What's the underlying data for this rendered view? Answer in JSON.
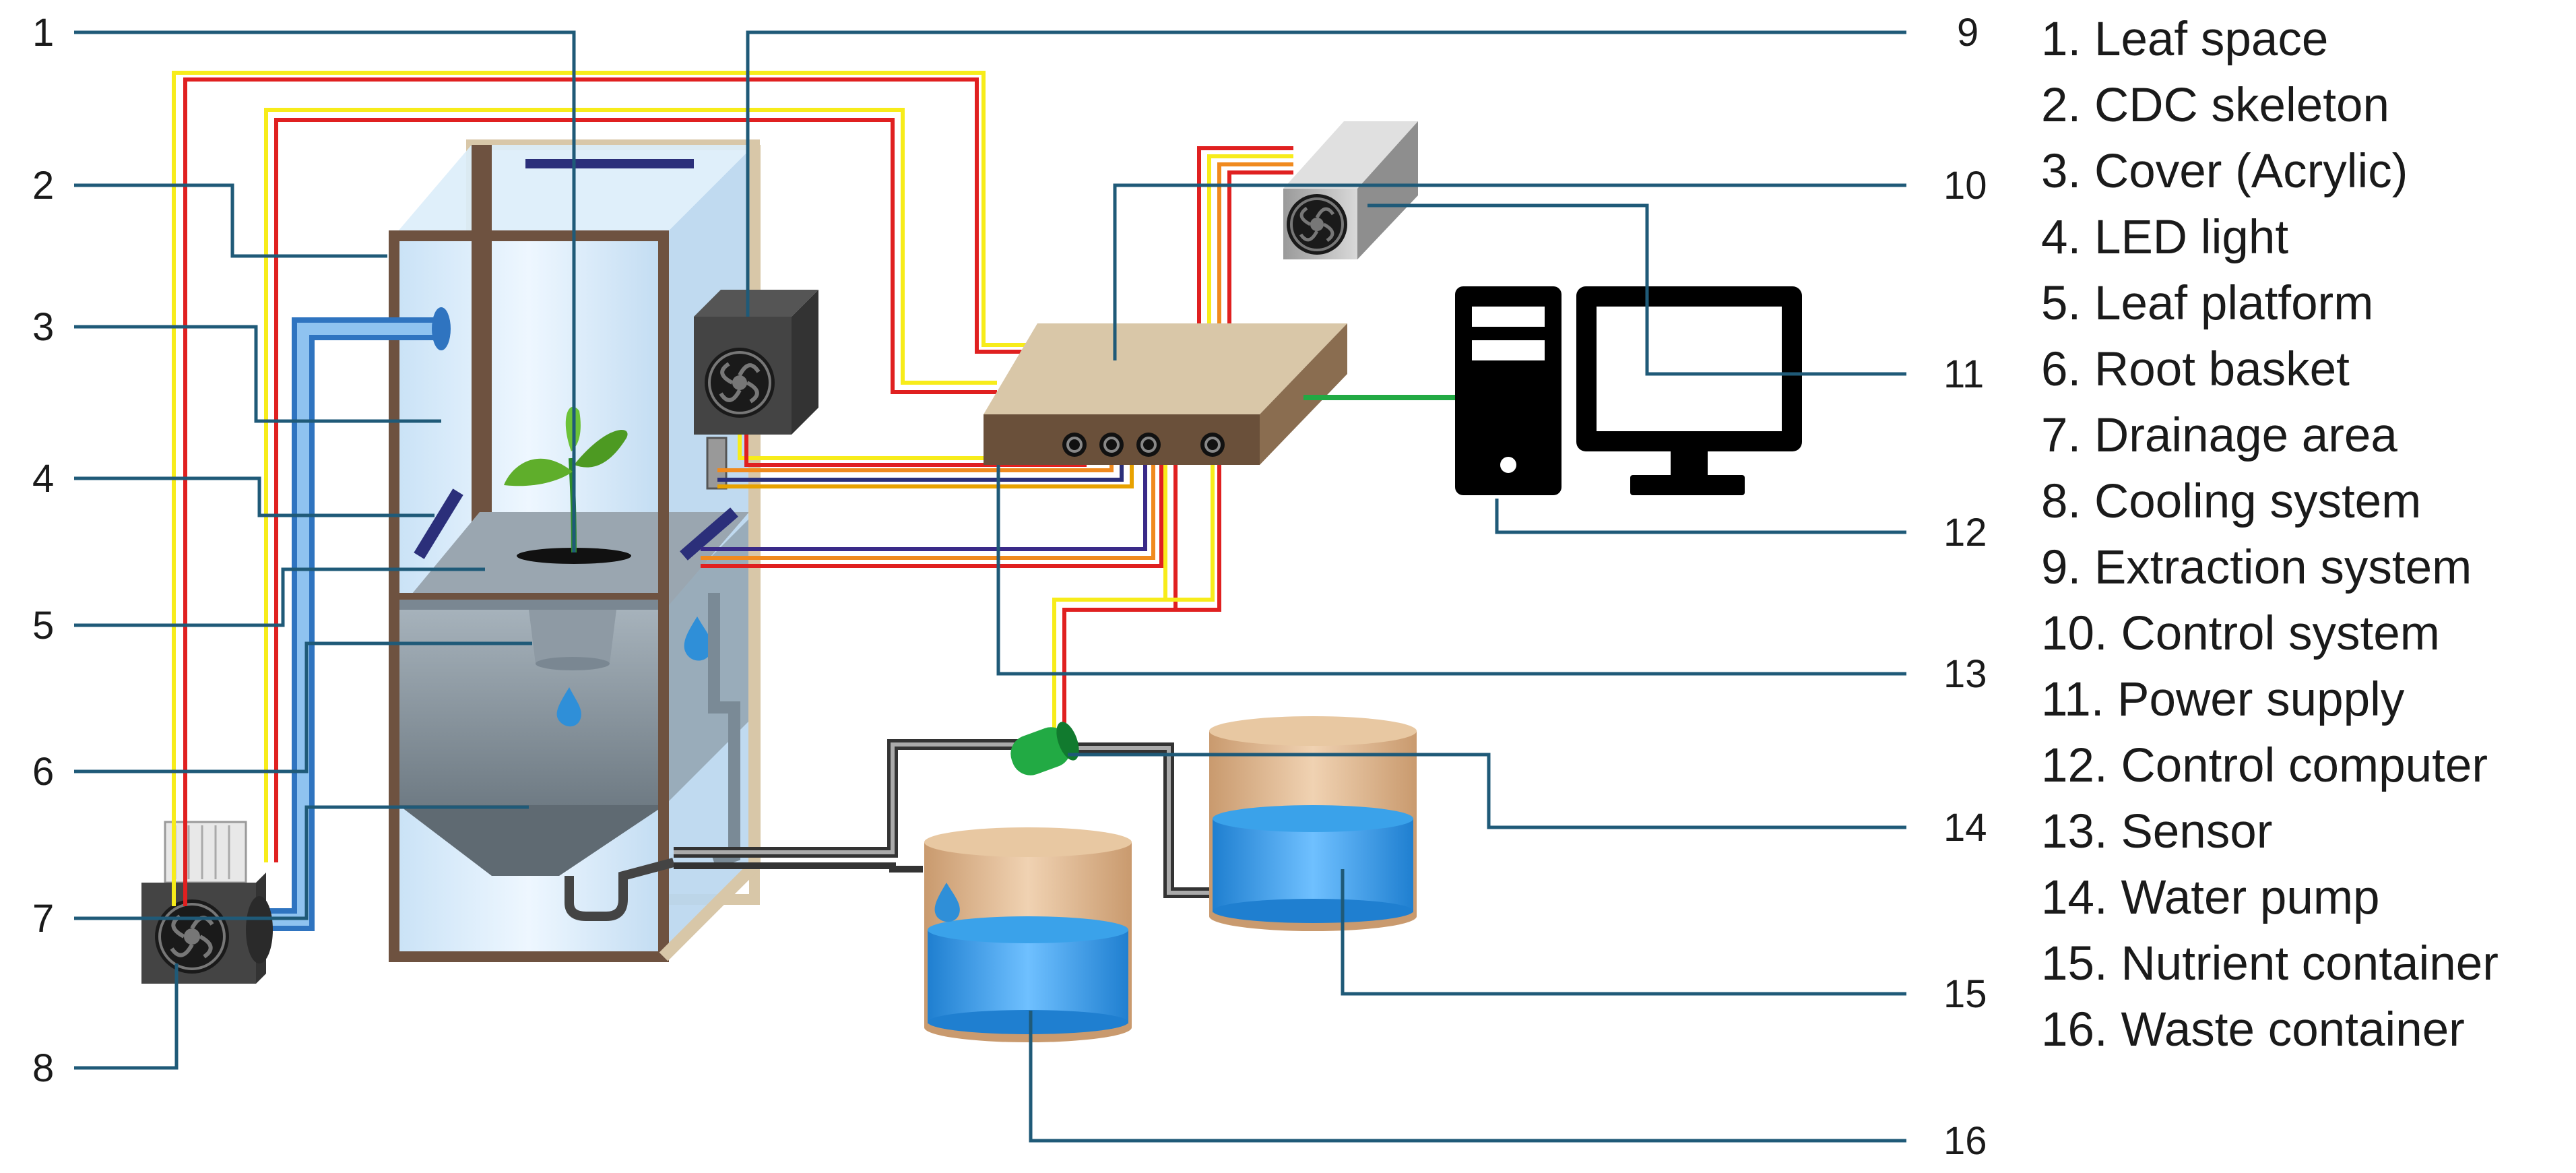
{
  "callout_numbers": [
    "1",
    "2",
    "3",
    "4",
    "5",
    "6",
    "7",
    "8",
    "9",
    "10",
    "11",
    "12",
    "13",
    "14",
    "15",
    "16"
  ],
  "legend": [
    {
      "num": "1.",
      "label": "Leaf space"
    },
    {
      "num": "2.",
      "label": "CDC skeleton"
    },
    {
      "num": "3.",
      "label": "Cover (Acrylic)"
    },
    {
      "num": "4.",
      "label": "LED light"
    },
    {
      "num": "5.",
      "label": "Leaf platform"
    },
    {
      "num": "6.",
      "label": "Root basket"
    },
    {
      "num": "7.",
      "label": "Drainage area"
    },
    {
      "num": "8.",
      "label": "Cooling system"
    },
    {
      "num": "9.",
      "label": "Extraction system"
    },
    {
      "num": "10.",
      "label": "Control system"
    },
    {
      "num": "11.",
      "label": "Power supply"
    },
    {
      "num": "12.",
      "label": "Control computer"
    },
    {
      "num": "13.",
      "label": "Sensor"
    },
    {
      "num": "14.",
      "label": "Water pump"
    },
    {
      "num": "15.",
      "label": "Nutrient container"
    },
    {
      "num": "16.",
      "label": "Waste container"
    }
  ],
  "colors": {
    "leader": "#1f5a78",
    "frame": "#6e5240",
    "frame_light": "#d8c7a8",
    "acrylic": "#cfe6f7",
    "wire_red": "#e02020",
    "wire_yellow": "#f7ec1a",
    "wire_orange": "#f08a1e",
    "wire_purple": "#3a2a88",
    "water": "#2f8fd8",
    "pipe": "#555555",
    "pump": "#22aa44",
    "box_tan": "#cdb99a",
    "computer": "#000000"
  },
  "icons": [
    "plant-icon",
    "fan-icon",
    "water-drop-icon",
    "desktop-computer-icon",
    "monitor-icon"
  ]
}
